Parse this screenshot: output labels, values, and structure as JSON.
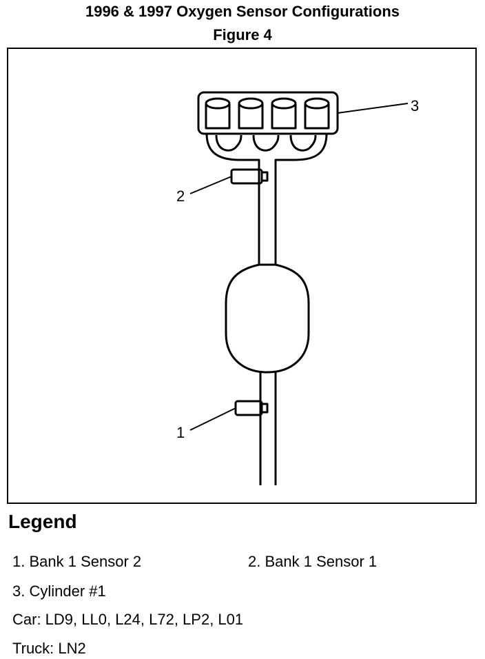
{
  "figure": {
    "title": "1996 & 1997 Oxygen Sensor Configurations",
    "subtitle": "Figure 4"
  },
  "callouts": {
    "c1": "1",
    "c2": "2",
    "c3": "3"
  },
  "legend": {
    "heading": "Legend",
    "items": [
      "1.  Bank 1 Sensor 2",
      "2.  Bank 1 Sensor 1",
      "3.  Cylinder #1"
    ],
    "car": "Car: LD9, LL0, L24, L72, LP2, L01",
    "truck": "Truck: LN2"
  }
}
